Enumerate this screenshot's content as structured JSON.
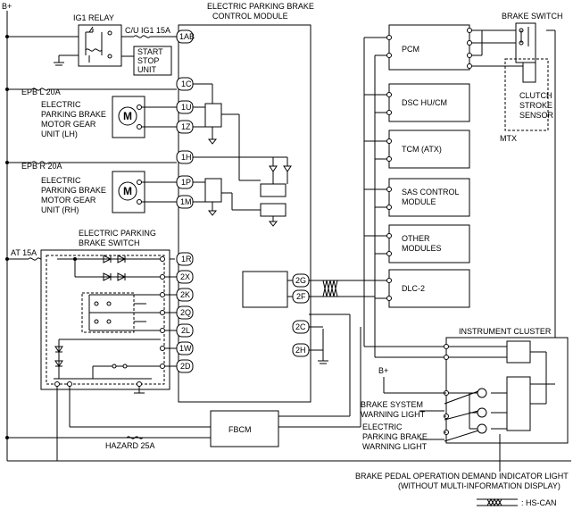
{
  "supply": {
    "b_plus_top": "B+",
    "b_plus_cluster": "B+"
  },
  "fuses": {
    "cu_ig1": "C/U IG1 15A",
    "epb_l": "EPB L 20A",
    "epb_r": "EPB R 20A",
    "at": "AT 15A",
    "hazard": "HAZARD 25A"
  },
  "relay": {
    "title": "IG1 RELAY",
    "start_stop_unit": [
      "START",
      "STOP",
      "UNIT"
    ]
  },
  "epb_module": {
    "title": [
      "ELECTRIC PARKING BRAKE",
      "CONTROL MODULE"
    ],
    "pins": {
      "p1ab": "1AB",
      "p1c": "1C",
      "p1u": "1U",
      "p1z": "1Z",
      "p1h": "1H",
      "p1p": "1P",
      "p1m": "1M",
      "p1r": "1R",
      "p2x": "2X",
      "p2k": "2K",
      "p2q": "2Q",
      "p2l": "2L",
      "p1w": "1W",
      "p2d": "2D",
      "p2g": "2G",
      "p2f": "2F",
      "p2c": "2C",
      "p2h": "2H"
    }
  },
  "motor_lh": {
    "symbol": "M",
    "label": [
      "ELECTRIC",
      "PARKING BRAKE",
      "MOTOR GEAR",
      "UNIT (LH)"
    ]
  },
  "motor_rh": {
    "symbol": "M",
    "label": [
      "ELECTRIC",
      "PARKING BRAKE",
      "MOTOR GEAR",
      "UNIT (RH)"
    ]
  },
  "epb_switch": {
    "title": [
      "ELECTRIC PARKING",
      "BRAKE SWITCH"
    ]
  },
  "modules": {
    "pcm": "PCM",
    "dsc": "DSC HU/CM",
    "tcm": "TCM (ATX)",
    "sas": [
      "SAS CONTROL",
      "MODULE"
    ],
    "other": [
      "OTHER",
      "MODULES"
    ],
    "dlc": "DLC-2",
    "fbcm": "FBCM"
  },
  "brake_switch": {
    "title": "BRAKE SWITCH"
  },
  "clutch_sensor": {
    "label": [
      "CLUTCH",
      "STROKE",
      "SENSOR"
    ],
    "note": "MTX"
  },
  "cluster": {
    "title": "INSTRUMENT CLUSTER",
    "brake_system_light": [
      "BRAKE SYSTEM",
      "WARNING LIGHT"
    ],
    "epb_light": [
      "ELECTRIC",
      "PARKING BRAKE",
      "WARNING LIGHT"
    ],
    "pedal_light": [
      "BRAKE PEDAL OPERATION DEMAND INDICATOR LIGHT",
      "(WITHOUT MULTI-INFORMATION DISPLAY)"
    ]
  },
  "legend": {
    "hs_can": ": HS-CAN"
  }
}
